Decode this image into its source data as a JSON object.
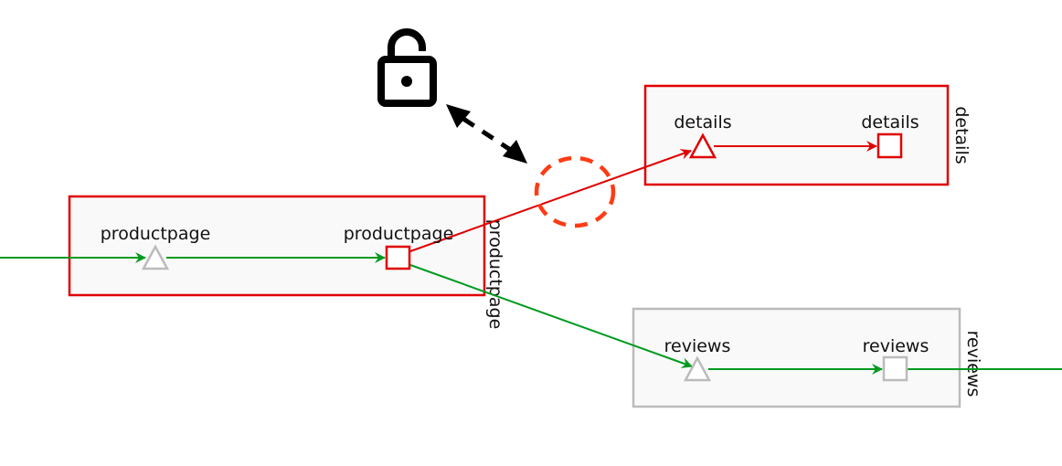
{
  "diagram": {
    "type": "service-graph",
    "colors": {
      "error": "#e00000",
      "healthy": "#009a1f",
      "neutral": "#bbbbbb",
      "highlight": "#ff3b14",
      "lock": "#000000",
      "box_fill": "#f9f9f9"
    },
    "groups": [
      {
        "id": "productpage",
        "label": "productpage",
        "status": "error"
      },
      {
        "id": "details",
        "label": "details",
        "status": "error"
      },
      {
        "id": "reviews",
        "label": "reviews",
        "status": "neutral"
      }
    ],
    "nodes": [
      {
        "id": "productpage-svc",
        "group": "productpage",
        "shape": "triangle",
        "label": "productpage",
        "status": "neutral"
      },
      {
        "id": "productpage-wl",
        "group": "productpage",
        "shape": "square",
        "label": "productpage",
        "status": "error"
      },
      {
        "id": "details-svc",
        "group": "details",
        "shape": "triangle",
        "label": "details",
        "status": "error"
      },
      {
        "id": "details-wl",
        "group": "details",
        "shape": "square",
        "label": "details",
        "status": "error"
      },
      {
        "id": "reviews-svc",
        "group": "reviews",
        "shape": "triangle",
        "label": "reviews",
        "status": "neutral"
      },
      {
        "id": "reviews-wl",
        "group": "reviews",
        "shape": "square",
        "label": "reviews",
        "status": "neutral"
      }
    ],
    "edges": [
      {
        "from": "ingress",
        "to": "productpage-svc",
        "status": "healthy"
      },
      {
        "from": "productpage-svc",
        "to": "productpage-wl",
        "status": "healthy"
      },
      {
        "from": "productpage-wl",
        "to": "details-svc",
        "status": "error"
      },
      {
        "from": "details-svc",
        "to": "details-wl",
        "status": "error"
      },
      {
        "from": "productpage-wl",
        "to": "reviews-svc",
        "status": "healthy"
      },
      {
        "from": "reviews-svc",
        "to": "reviews-wl",
        "status": "healthy"
      },
      {
        "from": "reviews-wl",
        "to": "egress",
        "status": "healthy"
      }
    ],
    "annotations": {
      "lock_icon": "unlocked-padlock-icon",
      "link_arrow": "dashed-double-arrow",
      "highlight_marker": "dashed-circle"
    }
  }
}
